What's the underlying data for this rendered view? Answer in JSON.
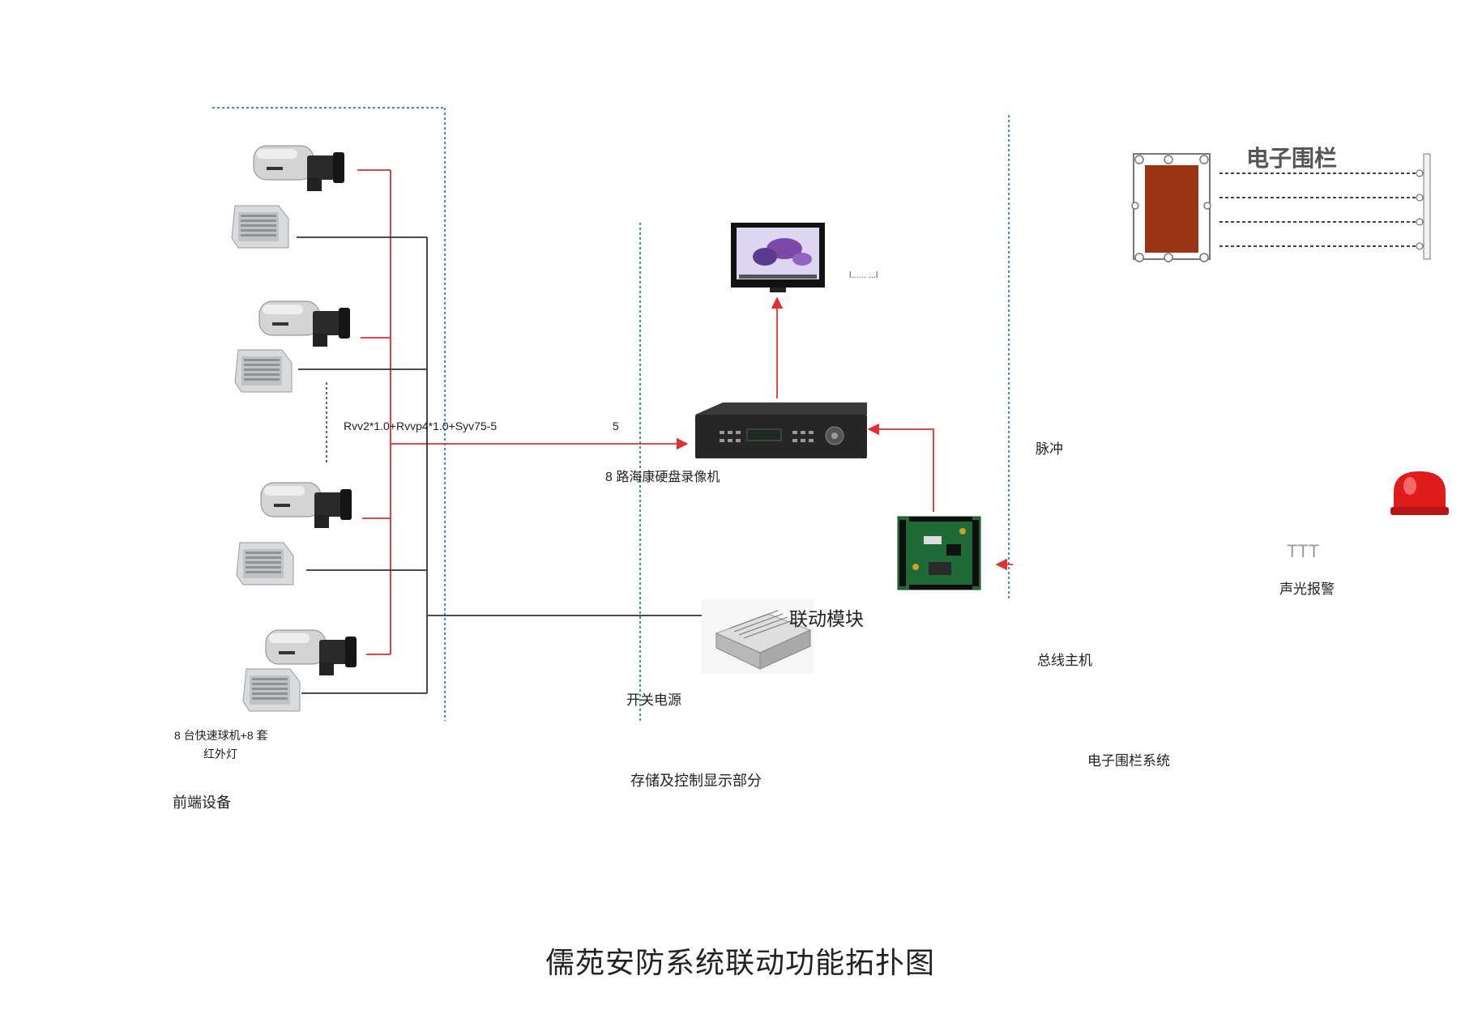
{
  "title": "儒苑安防系统联动功能拓扑图",
  "sections": {
    "front_end": "前端设备",
    "storage": "存储及控制显示部分",
    "fence_system": "电子围栏系统"
  },
  "labels": {
    "cameras": [
      "8 台快速球机+8 套",
      "红外灯"
    ],
    "cable": "Rvv2*1.0+Rvvp4*1.0+Syv75-5",
    "cable_stray": "5",
    "dvr": "8 路海康硬盘录像机",
    "monitor_caption": "l...... ...l",
    "linkage_module": "联动模块",
    "power_supply": "开关电源",
    "pulse": "脉冲",
    "bus_host": "总线主机",
    "alarm_mark": "TTT",
    "alarm": "声光报警",
    "fence": "电子围栏"
  },
  "colors": {
    "signal_line": "#e03030",
    "power_line": "#333333",
    "boundary": "#3a8fd0",
    "fence_panel": "#9a3412"
  },
  "icons": {
    "camera": "box-camera-icon",
    "ir_lamp": "ir-illuminator-icon",
    "monitor": "monitor-icon",
    "dvr": "dvr-icon",
    "module": "circuit-board-icon",
    "psu": "power-supply-icon",
    "alarm": "strobe-light-icon",
    "fence": "electric-fence-icon"
  }
}
